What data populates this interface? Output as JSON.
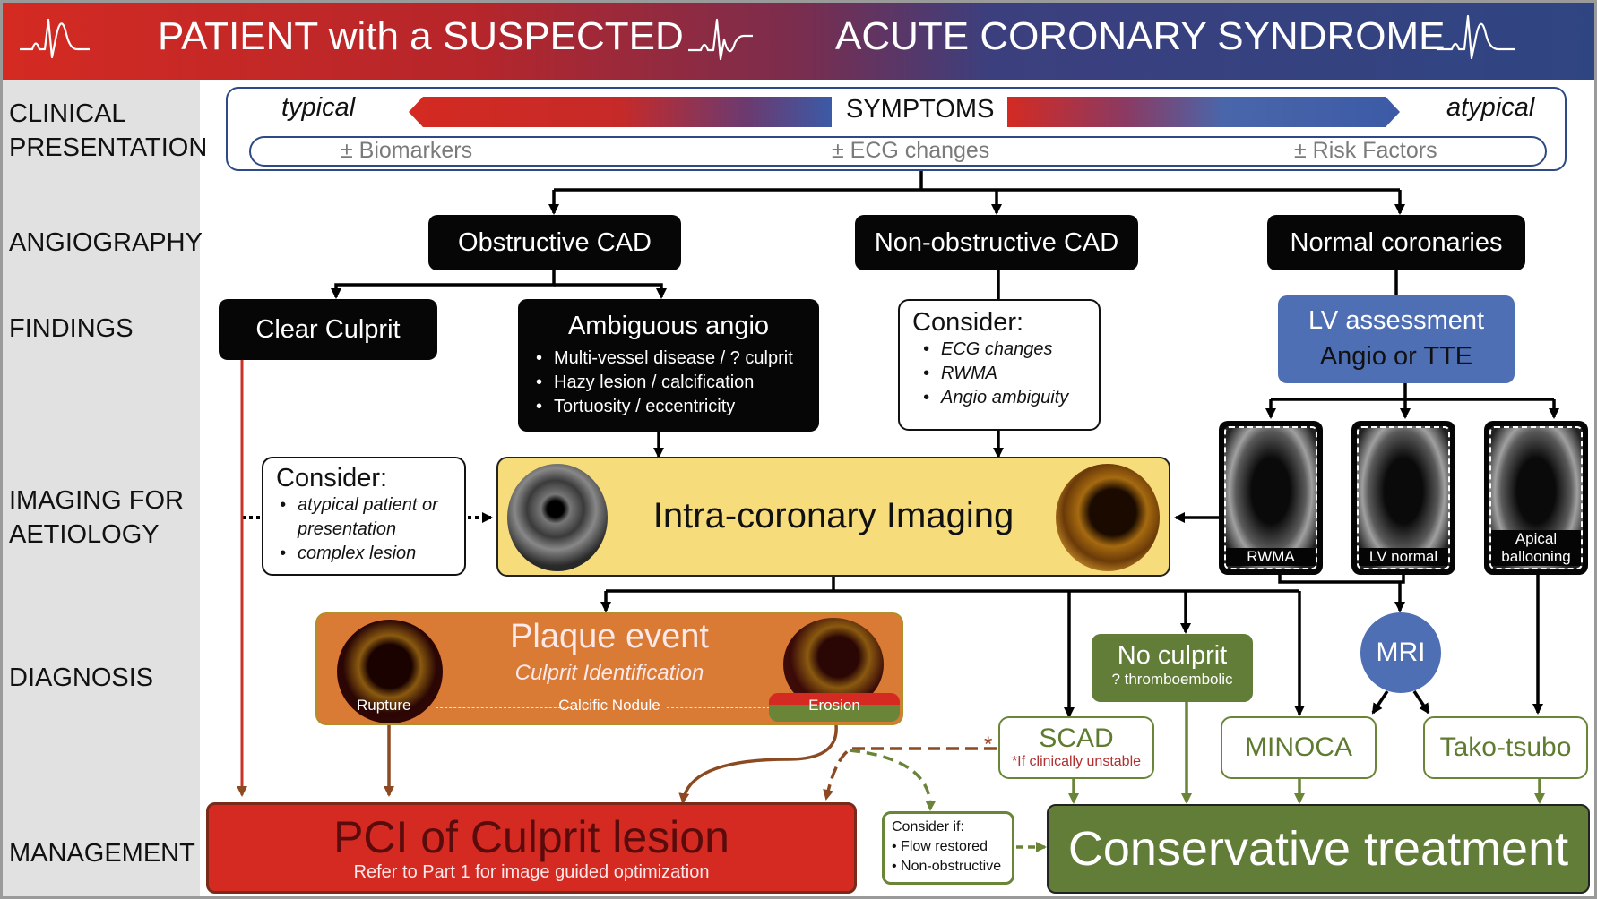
{
  "header": {
    "title_left": "PATIENT with a SUSPECTED",
    "title_right": "ACUTE CORONARY SYNDROME",
    "gradient_colors": [
      "#d42a22",
      "#7a2d4e",
      "#2f4582"
    ]
  },
  "rows": {
    "clinical": "CLINICAL",
    "presentation": "PRESENTATION",
    "angiography": "ANGIOGRAPHY",
    "findings": "FINDINGS",
    "imaging_for": "IMAGING FOR",
    "aetiology": "AETIOLOGY",
    "diagnosis": "DIAGNOSIS",
    "management": "MANAGEMENT"
  },
  "presentation": {
    "typical": "typical",
    "symptoms": "SYMPTOMS",
    "atypical": "atypical",
    "biomarkers": "± Biomarkers",
    "ecg": "± ECG changes",
    "risk": "±  Risk Factors"
  },
  "angiography": {
    "obstructive": "Obstructive CAD",
    "non_obstructive": "Non-obstructive CAD",
    "normal": "Normal coronaries"
  },
  "findings": {
    "clear_culprit": "Clear Culprit",
    "ambiguous": {
      "title": "Ambiguous angio",
      "items": [
        "Multi-vessel disease / ? culprit",
        "Hazy lesion / calcification",
        "Tortuosity / eccentricity"
      ]
    },
    "consider_nonobstructive": {
      "title": "Consider:",
      "items": [
        "ECG changes",
        "RWMA",
        "Angio ambiguity"
      ]
    },
    "lv_assessment": {
      "line1": "LV assessment",
      "line2": "Angio or  TTE",
      "color": "#4f6fb4"
    }
  },
  "imaging": {
    "consider_left": {
      "title": "Consider:",
      "items": [
        "atypical patient or presentation",
        "complex lesion"
      ]
    },
    "intracoronary": "Intra-coronary Imaging",
    "intracoronary_color": "#f7dc7c",
    "echo": [
      {
        "caption": "RWMA"
      },
      {
        "caption": "LV normal"
      },
      {
        "caption": "Apical ballooning"
      }
    ]
  },
  "diagnosis": {
    "plaque": {
      "title": "Plaque event",
      "subtitle": "Culprit Identification",
      "rupture": "Rupture",
      "calcific": "Calcific Nodule",
      "erosion": "Erosion",
      "color": "#d97a35"
    },
    "no_culprit": {
      "title": "No culprit",
      "subtitle": "? thromboembolic"
    },
    "mri": "MRI",
    "scad": {
      "title": "SCAD",
      "note": "*If clinically unstable",
      "star": "*"
    },
    "minoca": "MINOCA",
    "takotsubo": "Tako-tsubo"
  },
  "management": {
    "pci": {
      "title": "PCI of Culprit lesion",
      "subtitle": "Refer to Part 1 for image guided optimization",
      "color": "#d42a22"
    },
    "consider_if": {
      "title": "Consider if:",
      "items": [
        "Flow restored",
        "Non-obstructive"
      ]
    },
    "conservative": {
      "title": "Conservative treatment",
      "color": "#627d37"
    }
  }
}
